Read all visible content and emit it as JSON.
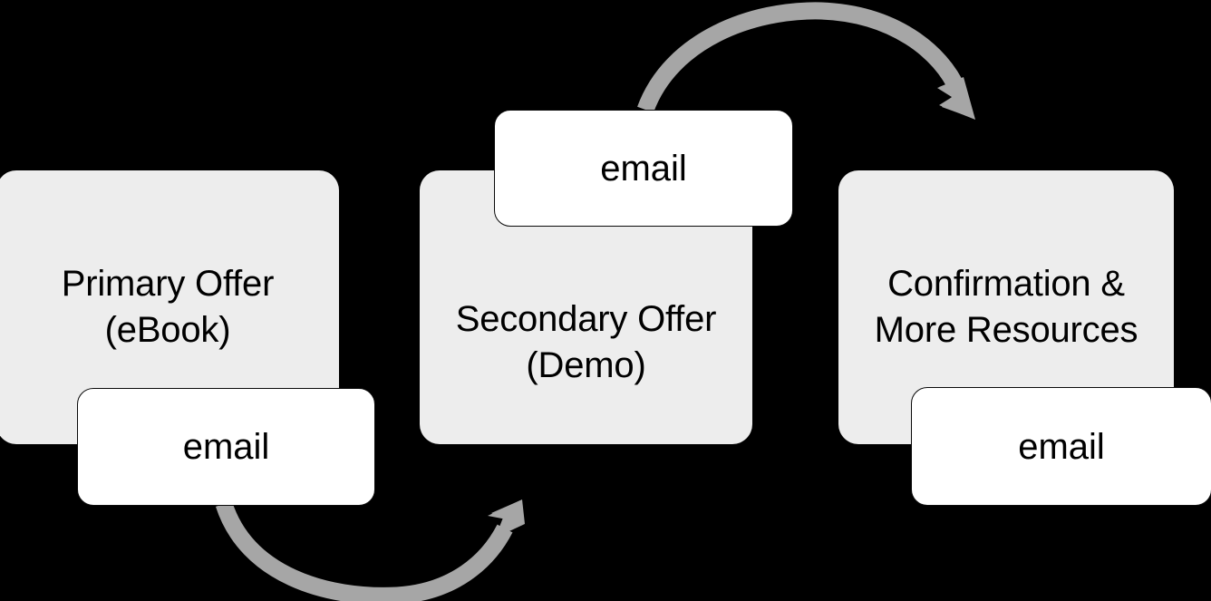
{
  "diagram": {
    "type": "process-flow",
    "background_color": "#000000",
    "stage_fill_color": "#EDEDED",
    "email_fill_color": "#FFFFFF",
    "email_border_color": "#0A0A0A",
    "arrow_color": "#A6A6A6",
    "text_color": "#000000",
    "stages": [
      {
        "id": "primary-offer",
        "label": "Primary Offer\n(eBook)",
        "email_label": "email"
      },
      {
        "id": "secondary-offer",
        "label": "Secondary Offer\n(Demo)",
        "email_label": "email"
      },
      {
        "id": "confirmation",
        "label": "Confirmation &\nMore Resources",
        "email_label": "email"
      }
    ],
    "connectors": [
      {
        "id": "arrow-primary-to-secondary",
        "name": "curved-arrow-down",
        "from": "primary-offer",
        "to": "secondary-offer",
        "direction": "left-to-right-below"
      },
      {
        "id": "arrow-secondary-to-confirmation",
        "name": "curved-arrow-up",
        "from": "secondary-offer",
        "to": "confirmation",
        "direction": "left-to-right-above"
      }
    ]
  }
}
